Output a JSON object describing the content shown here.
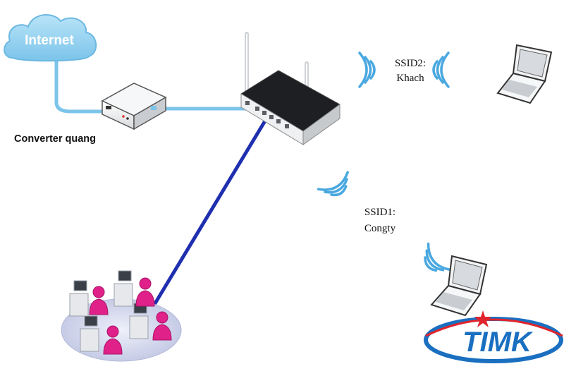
{
  "cloud": {
    "label": "Internet",
    "color": "#8fd0f0"
  },
  "converter": {
    "label": "Converter quang"
  },
  "ssid2": {
    "line1": "SSID2:",
    "line2": "Khach"
  },
  "ssid1": {
    "line1": "SSID1:",
    "line2": "Congty"
  },
  "logo": {
    "text": "TIMK",
    "color": "#1a6fc0",
    "star_color": "#e0242c"
  },
  "colors": {
    "fiber": "#7cc4ea",
    "lan": "#1f2fb0",
    "wifi": "#4aa8e0",
    "person": "#e0218a"
  },
  "icons": [
    "cloud-icon",
    "converter-icon",
    "router-icon",
    "laptop-icon",
    "wifi-waves-icon",
    "users-group-icon"
  ]
}
